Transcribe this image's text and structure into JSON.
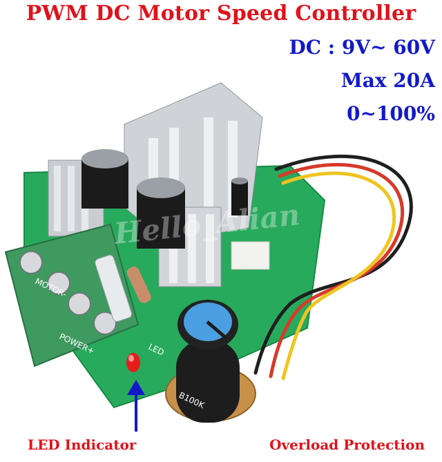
{
  "header": {
    "title": "PWM DC Motor Speed Controller"
  },
  "specs": {
    "voltage": "DC : 9V~ 60V",
    "current": "Max 20A",
    "range": "0~100%"
  },
  "annotations": {
    "led": "LED Indicator",
    "overload": "Overload Protection"
  },
  "watermark": {
    "text": "Hello_Alian"
  },
  "board_labels": {
    "motor": "MOTOR-",
    "power": "POWER+",
    "led": "LED",
    "pot": "B100K"
  },
  "colors": {
    "title": "#e0121b",
    "spec": "#1219c9",
    "pcb": "#22a85a",
    "terminal": "#3e9a5f",
    "knob_cap": "#4a9fe2"
  }
}
